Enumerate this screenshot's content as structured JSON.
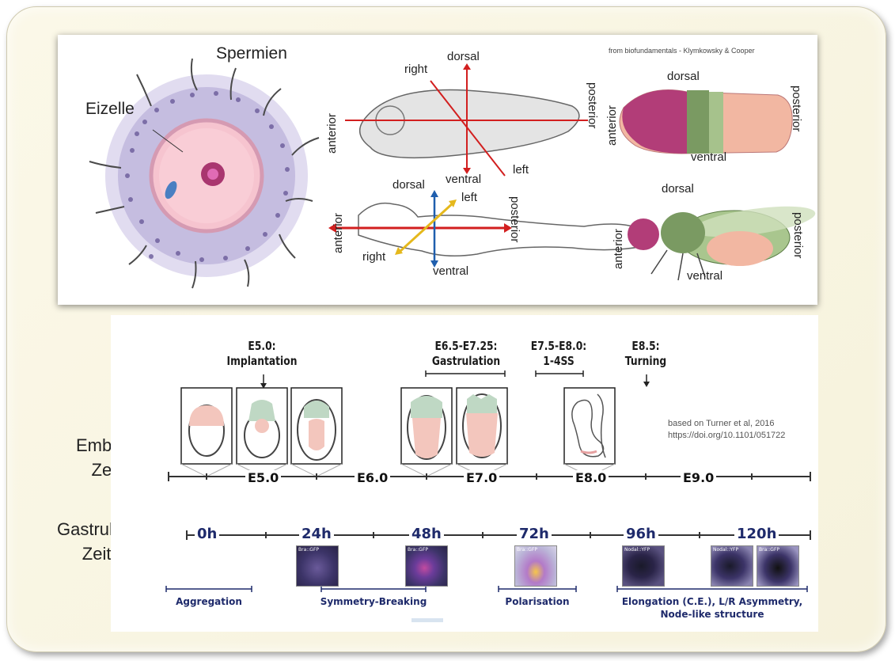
{
  "top": {
    "cell_labels": {
      "sperm": "Spermien",
      "egg": "Eizelle"
    },
    "citation": "from biofundamentals - Klymkowsky & Cooper",
    "frog": {
      "dorsal": "dorsal",
      "ventral": "ventral",
      "right": "right",
      "left": "left",
      "anterior": "anterior",
      "posterior": "posterior"
    },
    "human": {
      "dorsal": "dorsal",
      "ventral": "ventral",
      "right": "right",
      "left": "left",
      "anterior": "anterior",
      "posterior": "posterior"
    },
    "larva": {
      "dorsal": "dorsal",
      "ventral": "ventral",
      "anterior": "anterior",
      "posterior": "posterior"
    },
    "fly": {
      "dorsal": "dorsal",
      "ventral": "ventral",
      "anterior": "anterior",
      "posterior": "posterior"
    }
  },
  "bottom": {
    "side_labels": {
      "embryo": "Embryo\nZeit",
      "gastruloid": "Gastruloid\nZeit"
    },
    "stages": [
      {
        "title": "E5.0:\nImplantation"
      },
      {
        "title": "E6.5-E7.25:\nGastrulation"
      },
      {
        "title": "E7.5-E8.0:\n1-4SS"
      },
      {
        "title": "E8.5:\nTurning"
      }
    ],
    "reference": "based on Turner et al, 2016\nhttps://doi.org/10.1101/051722",
    "embryo_ticks": [
      "E5.0",
      "E6.0",
      "E7.0",
      "E8.0",
      "E9.0"
    ],
    "gastruloid_ticks": [
      "0h",
      "24h",
      "48h",
      "72h",
      "96h",
      "120h"
    ],
    "thumb_labels": [
      "Bra::GFP",
      "Bra::GFP",
      "Bra::GFP",
      "Nodal::YFP",
      "Nodal::YFP",
      "Bra::GFP"
    ],
    "phases": [
      "Aggregation",
      "Symmetry-Breaking",
      "Polarisation",
      "Elongation (C.E.), L/R Asymmetry,\nNode-like structure"
    ]
  }
}
